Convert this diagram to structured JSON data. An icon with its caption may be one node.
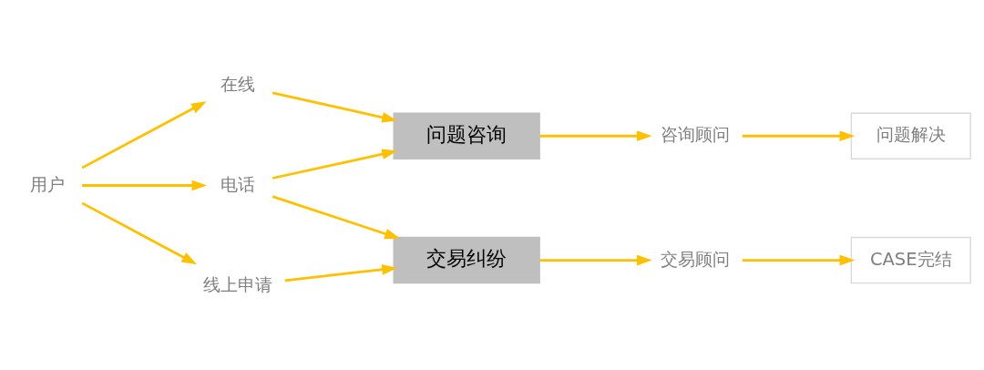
{
  "diagram": {
    "nodes": [
      {
        "text": [
          "用户"
        ]
      },
      {
        "text": [
          "在线"
        ]
      },
      {
        "text": [
          "电话"
        ]
      },
      {
        "text": [
          "线上申请"
        ]
      },
      {
        "text": [
          "问题咨询"
        ]
      },
      {
        "text": [
          "交易纠纷"
        ]
      },
      {
        "text": [
          "咨询顾问"
        ]
      },
      {
        "text": [
          "交易顾问"
        ]
      },
      {
        "text": [
          "问题解决"
        ]
      },
      {
        "text": [
          "CASE完结"
        ]
      }
    ],
    "edges": [
      {
        "from": 0,
        "to": 1,
        "arrow": "to"
      },
      {
        "from": 0,
        "to": 2,
        "arrow": "to"
      },
      {
        "from": 0,
        "to": 3,
        "arrow": "to"
      },
      {
        "from": 1,
        "to": 4,
        "arrow": "to"
      },
      {
        "from": 2,
        "to": 4,
        "arrow": "to"
      },
      {
        "from": 2,
        "to": 5,
        "arrow": "to"
      },
      {
        "from": 3,
        "to": 5,
        "arrow": "to"
      },
      {
        "from": 4,
        "to": 6,
        "arrow": "to"
      },
      {
        "from": 6,
        "to": 8,
        "arrow": "to"
      },
      {
        "from": 5,
        "to": 7,
        "arrow": "to"
      },
      {
        "from": 7,
        "to": 9,
        "arrow": "to"
      }
    ]
  }
}
